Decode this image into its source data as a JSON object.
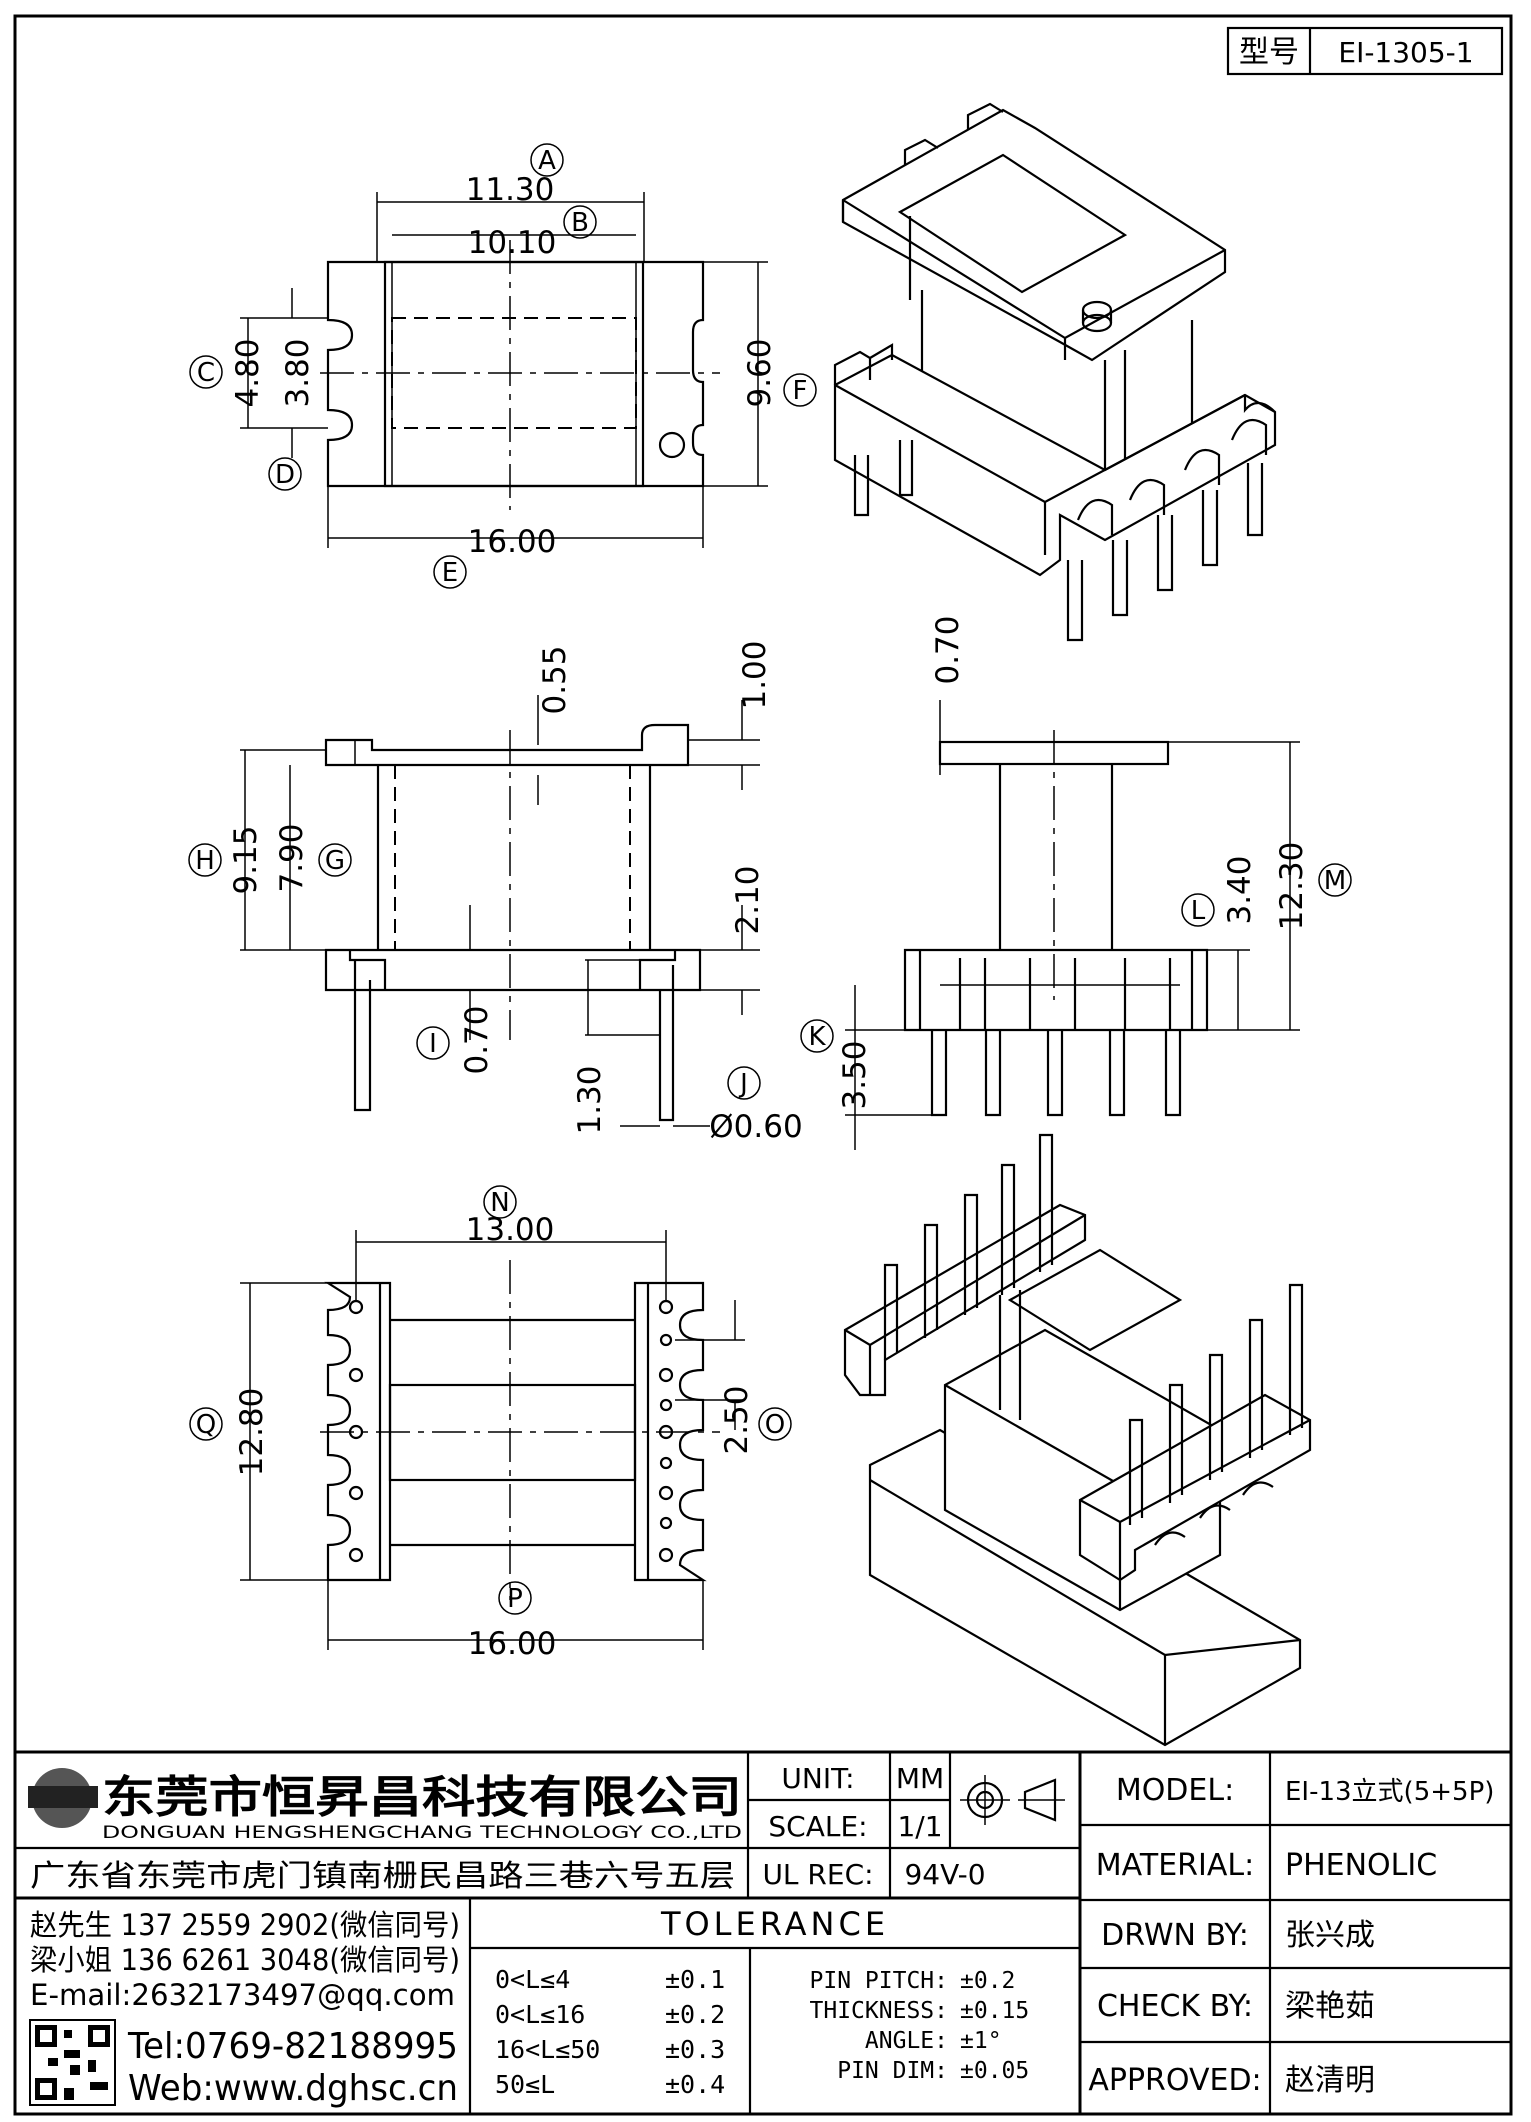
{
  "title_block": {
    "part_label": "型号",
    "part_number": "EI-1305-1",
    "company_cn": "东莞市恒昇昌科技有限公司",
    "company_en": "DONGUAN HENGSHENGCHANG TECHNOLOGY CO.,LTD",
    "address": "广东省东莞市虎门镇南栅民昌路三巷六号五层",
    "contacts": [
      "赵先生 137 2559 2902(微信同号)",
      "梁小姐 136 6261 3048(微信同号)",
      "E-mail:2632173497@qq.com"
    ],
    "tel": "Tel:0769-82188995",
    "web": "Web:www.dghsc.cn",
    "unit_label": "UNIT:",
    "unit_value": "MM",
    "scale_label": "SCALE:",
    "scale_value": "1/1",
    "ulrec_label": "UL REC:",
    "ulrec_value": "94V-0",
    "model_label": "MODEL:",
    "model_value": "EI-13立式(5+5P)",
    "material_label": "MATERIAL:",
    "material_value": "PHENOLIC",
    "drwn_label": "DRWN BY:",
    "drwn_value": "张兴成",
    "check_label": "CHECK BY:",
    "check_value": "梁艳茹",
    "approved_label": "APPROVED:",
    "approved_value": "赵清明",
    "tolerance_title": "TOLERANCE",
    "tolerance_rows": [
      {
        "range": "0<L≤4",
        "tol": "±0.1"
      },
      {
        "range": "0<L≤16",
        "tol": "±0.2"
      },
      {
        "range": "16<L≤50",
        "tol": "±0.3"
      },
      {
        "range": "50≤L",
        "tol": "±0.4"
      }
    ],
    "pin_rows": [
      {
        "label": "PIN PITCH:",
        "tol": "±0.2"
      },
      {
        "label": "THICKNESS:",
        "tol": "±0.15"
      },
      {
        "label": "ANGLE:",
        "tol": "±1°"
      },
      {
        "label": "PIN DIM:",
        "tol": "±0.05"
      }
    ]
  },
  "dimensions": {
    "A": {
      "label": "A",
      "value": "11.30"
    },
    "B": {
      "label": "B",
      "value": "10.10"
    },
    "C": {
      "label": "C",
      "value": "4.80"
    },
    "D": {
      "label": "D",
      "value": "3.80"
    },
    "E": {
      "label": "E",
      "value": "16.00"
    },
    "F": {
      "label": "F",
      "value": "9.60"
    },
    "top_flange": {
      "value": "0.55"
    },
    "top_step": {
      "value": "1.00"
    },
    "G": {
      "label": "G",
      "value": "7.90"
    },
    "H": {
      "label": "H",
      "value": "9.15"
    },
    "base_h": {
      "value": "2.10"
    },
    "I": {
      "label": "I",
      "value": "0.70"
    },
    "pin_step": {
      "value": "1.30"
    },
    "J": {
      "label": "J",
      "value": "Ø0.60"
    },
    "side_flange": {
      "value": "0.70"
    },
    "K": {
      "label": "K",
      "value": "3.50"
    },
    "L": {
      "label": "L",
      "value": "3.40"
    },
    "M": {
      "label": "M",
      "value": "12.30"
    },
    "N": {
      "label": "N",
      "value": "13.00"
    },
    "O": {
      "label": "O",
      "value": "2.50"
    },
    "P": {
      "label": "P",
      "value": "16.00"
    },
    "Q": {
      "label": "Q",
      "value": "12.80"
    }
  }
}
